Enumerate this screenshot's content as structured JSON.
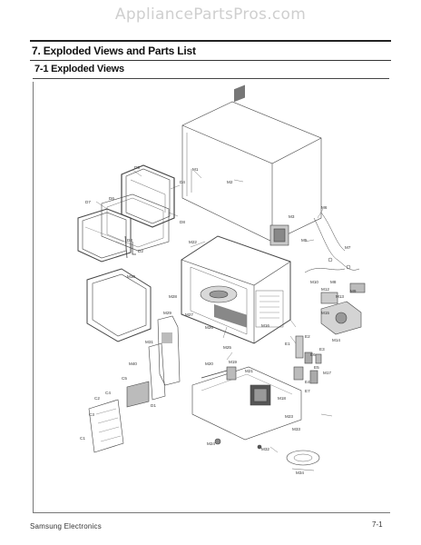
{
  "watermark": "AppliancePartsPros.com",
  "section_title": "7. Exploded Views and Parts List",
  "subsection_title": "7-1 Exploded Views",
  "footer": {
    "company": "Samsung Electronics",
    "page_number": "7-1"
  },
  "part_labels": {
    "d6": "D6",
    "d4": "D4",
    "d5": "D5",
    "d7": "D7",
    "d8": "D8",
    "m1": "M1",
    "m2": "M2",
    "d3": "D3",
    "d2": "D2",
    "m30": "M30",
    "m22": "M22",
    "m3": "M3",
    "m5": "M5",
    "m6": "M6",
    "m7": "M7",
    "m10": "M10",
    "m8": "M8",
    "m9": "M9",
    "m12": "M12",
    "m13": "M13",
    "m15": "M15",
    "m14": "M14",
    "m28": "M28",
    "m27": "M27",
    "m26": "M26",
    "m25": "M25",
    "m16": "M16",
    "e1": "E1",
    "e2": "E2",
    "e3": "E3",
    "e5": "E5",
    "e4": "E4",
    "e6": "E6",
    "m17": "M17",
    "m18": "M18",
    "m19": "M19",
    "m20": "M20",
    "m21": "M21",
    "m23": "M23",
    "m24": "M24",
    "m32": "M32",
    "m33": "M33",
    "m34": "M34",
    "m40": "M40",
    "d1": "D1",
    "c1": "C1",
    "c2": "C2",
    "c3": "C3",
    "c4": "C4",
    "c5": "C5",
    "e7": "E7",
    "m31": "M31",
    "m29": "M29"
  }
}
